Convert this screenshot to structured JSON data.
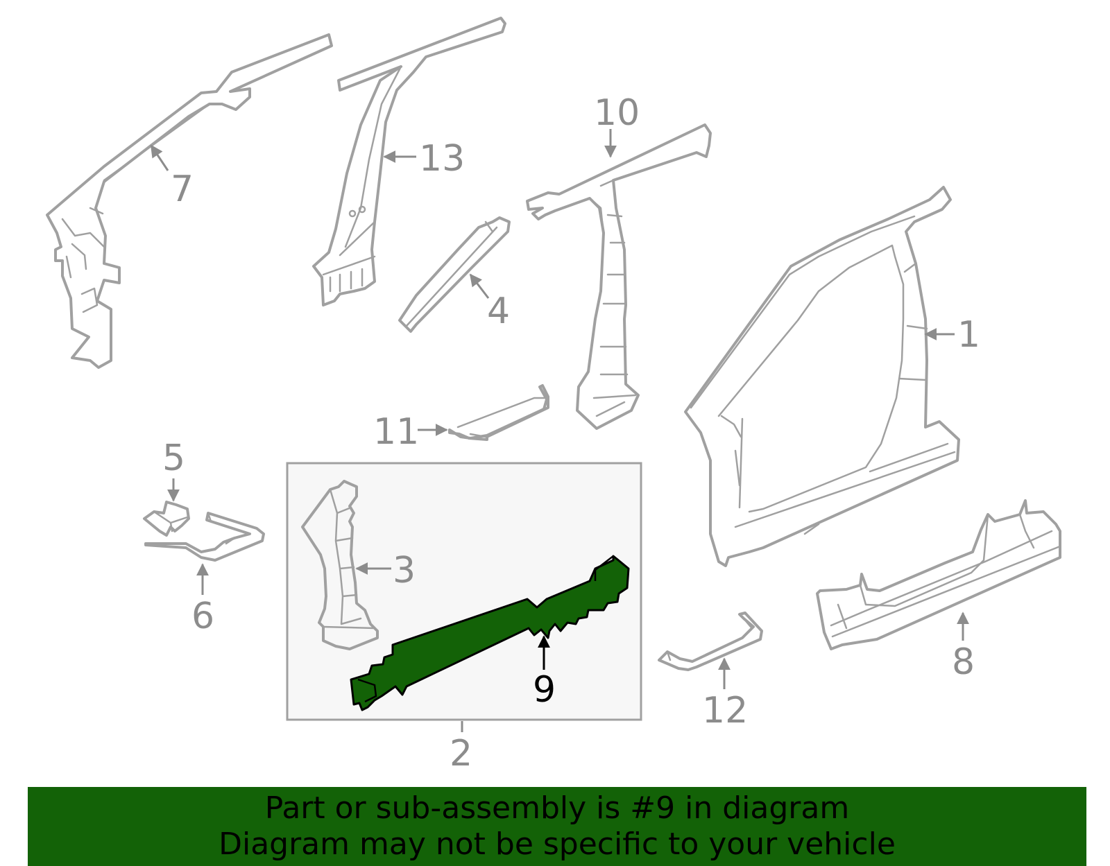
{
  "diagram": {
    "callouts": {
      "c1": "1",
      "c2": "2",
      "c3": "3",
      "c4": "4",
      "c5": "5",
      "c6": "6",
      "c7": "7",
      "c8": "8",
      "c9": "9",
      "c10": "10",
      "c11": "11",
      "c12": "12",
      "c13": "13"
    },
    "highlighted_part": "9",
    "colors": {
      "highlight_fill": "#136207",
      "part_stroke": "#a0a0a0",
      "callout_text": "#8c8c8c",
      "subassembly_box_fill": "#f7f7f7",
      "banner_fill": "#136207"
    }
  },
  "banner": {
    "line1": "Part or sub-assembly is #9 in diagram",
    "line2": "Diagram may not be specific to your vehicle"
  }
}
